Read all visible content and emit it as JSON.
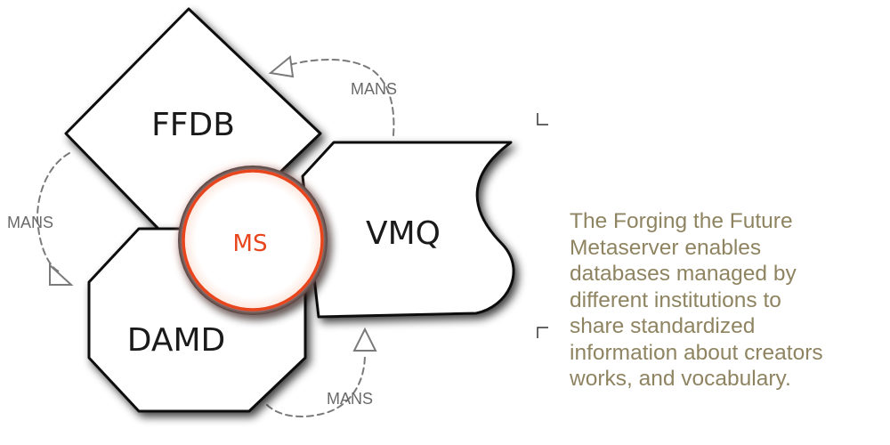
{
  "colors": {
    "shape_fill": "#ffffff",
    "shape_stroke": "#111111",
    "ms_ring": "#e8451c",
    "edge_stroke": "#7a7a7a",
    "caption_text": "#8f8461"
  },
  "nodes": {
    "ffdb": {
      "label": "FFDB"
    },
    "vmq": {
      "label": "VMQ"
    },
    "damd": {
      "label": "DAMD"
    },
    "ms": {
      "label": "MS"
    }
  },
  "edges": {
    "vmq_to_ffdb": {
      "label": "MANS"
    },
    "ffdb_to_damd": {
      "label": "MANS"
    },
    "damd_to_vmq": {
      "label": "MANS"
    }
  },
  "caption": {
    "lines": [
      "The Forging the Future",
      "Metaserver enables",
      "databases managed by",
      "different institutions to",
      "share standardized",
      "information about creators",
      "works, and vocabulary."
    ]
  }
}
